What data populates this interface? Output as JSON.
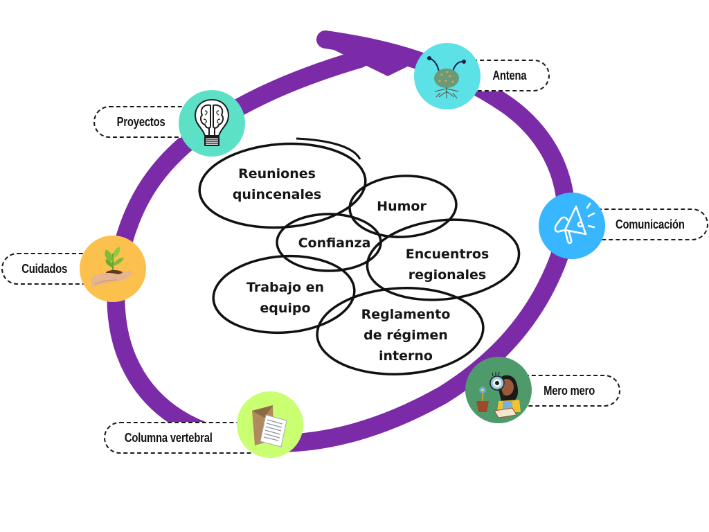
{
  "diagram": {
    "type": "cycle",
    "ring_color": "#7b2aa8",
    "outer_nodes": [
      {
        "id": "antena",
        "label": "Antena",
        "icon": "brain-tree-antenna-icon",
        "color": "#5ce1e6"
      },
      {
        "id": "comunicacion",
        "label": "Comunicación",
        "icon": "megaphone-icon",
        "color": "#38b6ff"
      },
      {
        "id": "mero-mero",
        "label": "Mero mero",
        "icon": "researcher-magnifier-icon",
        "color": "#4f9a6a"
      },
      {
        "id": "columna-vertebral",
        "label": "Columna vertebral",
        "icon": "envelope-document-icon",
        "color": "#c9ff70"
      },
      {
        "id": "cuidados",
        "label": "Cuidados",
        "icon": "hand-sprout-icon",
        "color": "#fcc14d"
      },
      {
        "id": "proyectos",
        "label": "Proyectos",
        "icon": "lightbulb-brain-icon",
        "color": "#5ce1c6"
      }
    ],
    "center_bubbles": [
      {
        "id": "reuniones",
        "lines": [
          "Reuniones",
          "quincenales"
        ]
      },
      {
        "id": "humor",
        "lines": [
          "Humor"
        ]
      },
      {
        "id": "confianza",
        "lines": [
          "Confianza"
        ]
      },
      {
        "id": "encuentros",
        "lines": [
          "Encuentros",
          "regionales"
        ]
      },
      {
        "id": "trabajo",
        "lines": [
          "Trabajo en",
          "equipo"
        ]
      },
      {
        "id": "reglamento",
        "lines": [
          "Reglamento",
          "de régimen",
          "interno"
        ]
      }
    ]
  }
}
